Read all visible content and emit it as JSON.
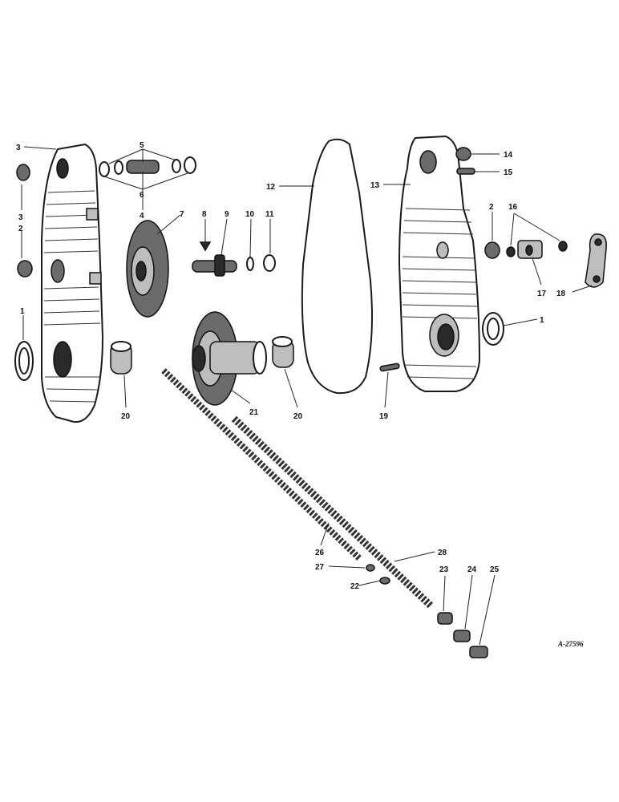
{
  "drawing_id": "A-27596",
  "callouts": {
    "c1_left": "1",
    "c1_right": "1",
    "c2_left": "2",
    "c2_right": "2",
    "c3_top": "3",
    "c3_mid": "3",
    "c4": "4",
    "c5": "5",
    "c6": "6",
    "c7": "7",
    "c8": "8",
    "c9": "9",
    "c10": "10",
    "c11": "11",
    "c12_gasket": "12",
    "c13_cover": "13",
    "c14": "14",
    "c15": "15",
    "c16": "16",
    "c17": "17",
    "c18": "18",
    "c19": "19",
    "c20_left": "20",
    "c20_right": "20",
    "c21": "21",
    "c22": "22",
    "c23": "23",
    "c24": "24",
    "c25": "25",
    "c26": "26",
    "c27": "27",
    "c28": "28"
  }
}
